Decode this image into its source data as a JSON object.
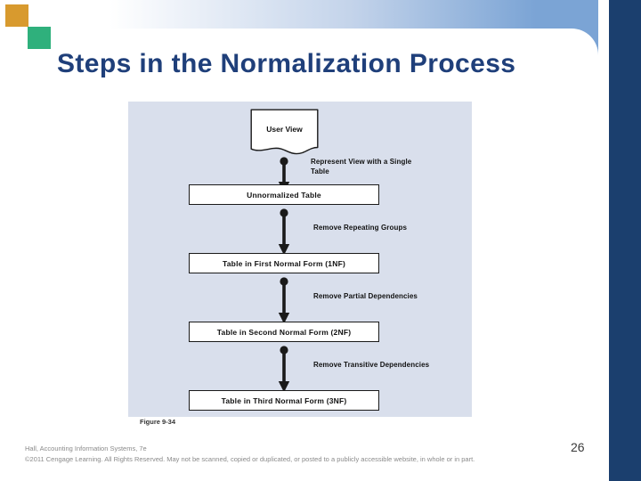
{
  "slide": {
    "title": "Steps in the Normalization Process",
    "page_number": "26",
    "figure_caption": "Figure 9-34",
    "colors": {
      "title": "#1f3f7a",
      "navy_bar": "#1b3f6e",
      "blue_band": "#7ba4d5",
      "panel_background": "#d9dfec",
      "square_orange": "#d89a2e",
      "square_green": "#2fb07c"
    }
  },
  "decorations": {
    "square_orange_name": "orange-square",
    "square_green_name": "green-square"
  },
  "diagram": {
    "source_node": {
      "label": "User View",
      "shape": "document"
    },
    "nodes": [
      {
        "label": "Unnormalized Table"
      },
      {
        "label": "Table in First Normal Form (1NF)"
      },
      {
        "label": "Table in Second Normal Form (2NF)"
      },
      {
        "label": "Table in Third Normal Form (3NF)"
      }
    ],
    "transitions": [
      {
        "line1": "Represent View with a Single",
        "line2": "Table"
      },
      {
        "line1": "Remove Repeating Groups",
        "line2": ""
      },
      {
        "line1": "Remove Partial Dependencies",
        "line2": ""
      },
      {
        "line1": "Remove Transitive Dependencies",
        "line2": ""
      }
    ]
  },
  "footer": {
    "line1": "Hall, Accounting Information Systems, 7e",
    "line2": "©2011 Cengage Learning. All Rights Reserved. May not be scanned, copied or duplicated, or posted to a publicly accessible website, in whole or in part."
  }
}
